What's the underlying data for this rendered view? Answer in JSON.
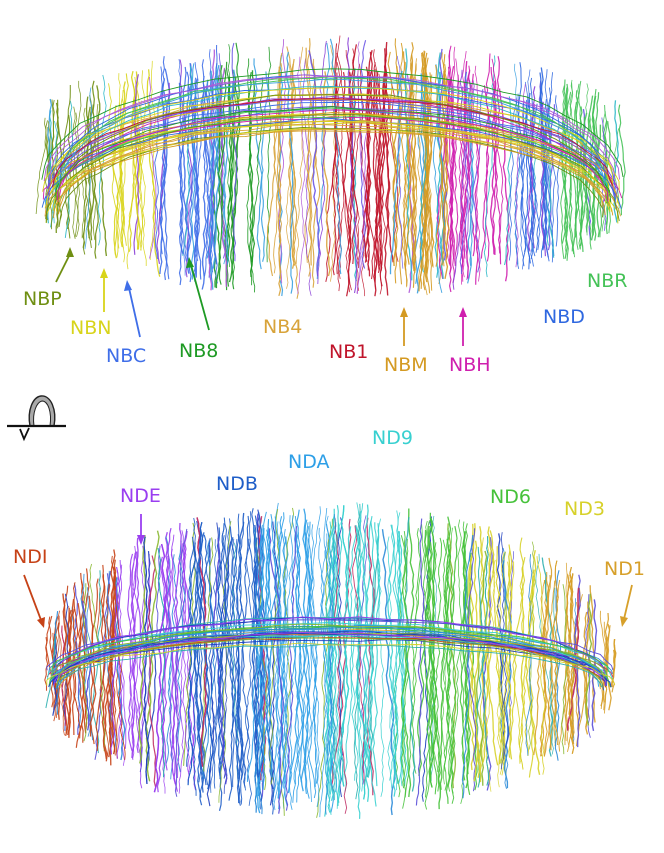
{
  "top_panel": {
    "labels": [
      {
        "key": "nbp",
        "text": "NBP",
        "color": "#6f8f12"
      },
      {
        "key": "nbn",
        "text": "NBN",
        "color": "#d8d41a"
      },
      {
        "key": "nbc",
        "text": "NBC",
        "color": "#3f6ee8"
      },
      {
        "key": "nb8",
        "text": "NB8",
        "color": "#1e9a24"
      },
      {
        "key": "nb4",
        "text": "NB4",
        "color": "#d8a33a"
      },
      {
        "key": "nb1",
        "text": "NB1",
        "color": "#c0152b"
      },
      {
        "key": "nbm",
        "text": "NBM",
        "color": "#d49a22"
      },
      {
        "key": "nbh",
        "text": "NBH",
        "color": "#cf1fae"
      },
      {
        "key": "nbd",
        "text": "NBD",
        "color": "#2f68e0"
      },
      {
        "key": "nbr",
        "text": "NBR",
        "color": "#44c257"
      }
    ]
  },
  "bottom_panel": {
    "labels": [
      {
        "key": "ndi",
        "text": "NDI",
        "color": "#c64217"
      },
      {
        "key": "nde",
        "text": "NDE",
        "color": "#9a3ef0"
      },
      {
        "key": "ndb",
        "text": "NDB",
        "color": "#1f5ec8"
      },
      {
        "key": "nda",
        "text": "NDA",
        "color": "#2d9fe7"
      },
      {
        "key": "nd9",
        "text": "ND9",
        "color": "#38d0d0"
      },
      {
        "key": "nd6",
        "text": "ND6",
        "color": "#46c23a"
      },
      {
        "key": "nd3",
        "text": "ND3",
        "color": "#d7d12a"
      },
      {
        "key": "nd1",
        "text": "ND1",
        "color": "#d7a02a"
      }
    ]
  },
  "icons": {
    "rotation": "rotation-icon"
  }
}
